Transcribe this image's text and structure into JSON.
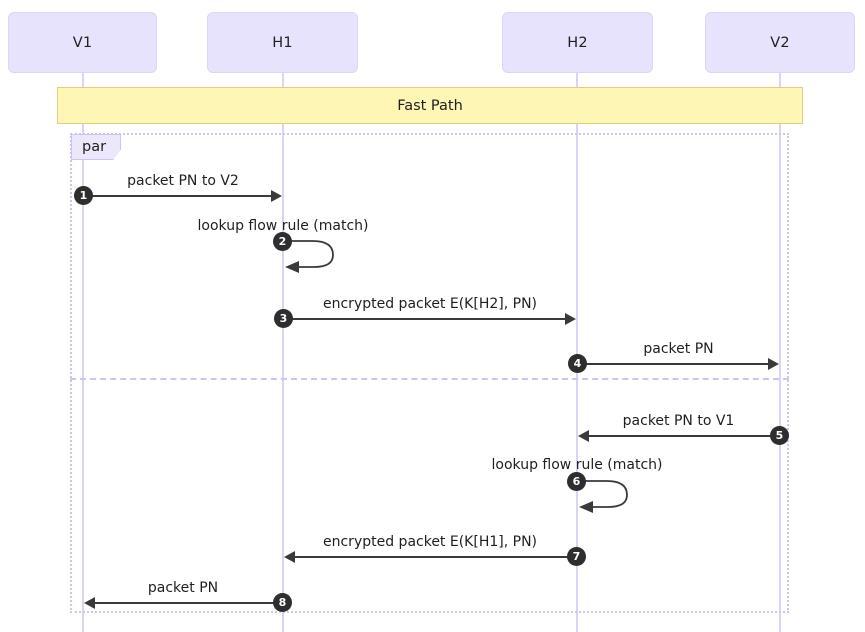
{
  "diagram": {
    "type": "sequence-diagram",
    "title": "Fast Path",
    "fragment_label": "par"
  },
  "participants": [
    {
      "id": "v1",
      "label": "V1"
    },
    {
      "id": "h1",
      "label": "H1"
    },
    {
      "id": "h2",
      "label": "H2"
    },
    {
      "id": "v2",
      "label": "V2"
    }
  ],
  "banner": {
    "label": "Fast Path"
  },
  "fragment": {
    "label": "par"
  },
  "messages": [
    {
      "seq": "1",
      "label": "packet PN to V2",
      "from": "V1",
      "to": "H1",
      "direction": "right",
      "kind": "call"
    },
    {
      "seq": "2",
      "label": "lookup flow rule (match)",
      "from": "H1",
      "to": "H1",
      "direction": "self",
      "kind": "self"
    },
    {
      "seq": "3",
      "label": "encrypted packet E(K[H2], PN)",
      "from": "H1",
      "to": "H2",
      "direction": "right",
      "kind": "call"
    },
    {
      "seq": "4",
      "label": "packet PN",
      "from": "H2",
      "to": "V2",
      "direction": "right",
      "kind": "call"
    },
    {
      "seq": "5",
      "label": "packet PN to V1",
      "from": "V2",
      "to": "H2",
      "direction": "left",
      "kind": "call"
    },
    {
      "seq": "6",
      "label": "lookup flow rule (match)",
      "from": "H2",
      "to": "H2",
      "direction": "self",
      "kind": "self"
    },
    {
      "seq": "7",
      "label": "encrypted packet E(K[H1], PN)",
      "from": "H2",
      "to": "H1",
      "direction": "left",
      "kind": "call"
    },
    {
      "seq": "8",
      "label": "packet PN",
      "from": "H1",
      "to": "V1",
      "direction": "left",
      "kind": "call"
    }
  ],
  "colors": {
    "participant_fill": "#e8e3fd",
    "participant_border": "#ddd5f7",
    "lifeline": "#ddd2f4",
    "banner_fill": "#fdf6b4",
    "banner_border": "#d8d083",
    "fragment_border": "#cfc4ee",
    "fragment_label_fill": "#ece7fb",
    "message_line": "#3a3a3a",
    "badge_fill": "#2e2e2e",
    "badge_text": "#ffffff"
  }
}
